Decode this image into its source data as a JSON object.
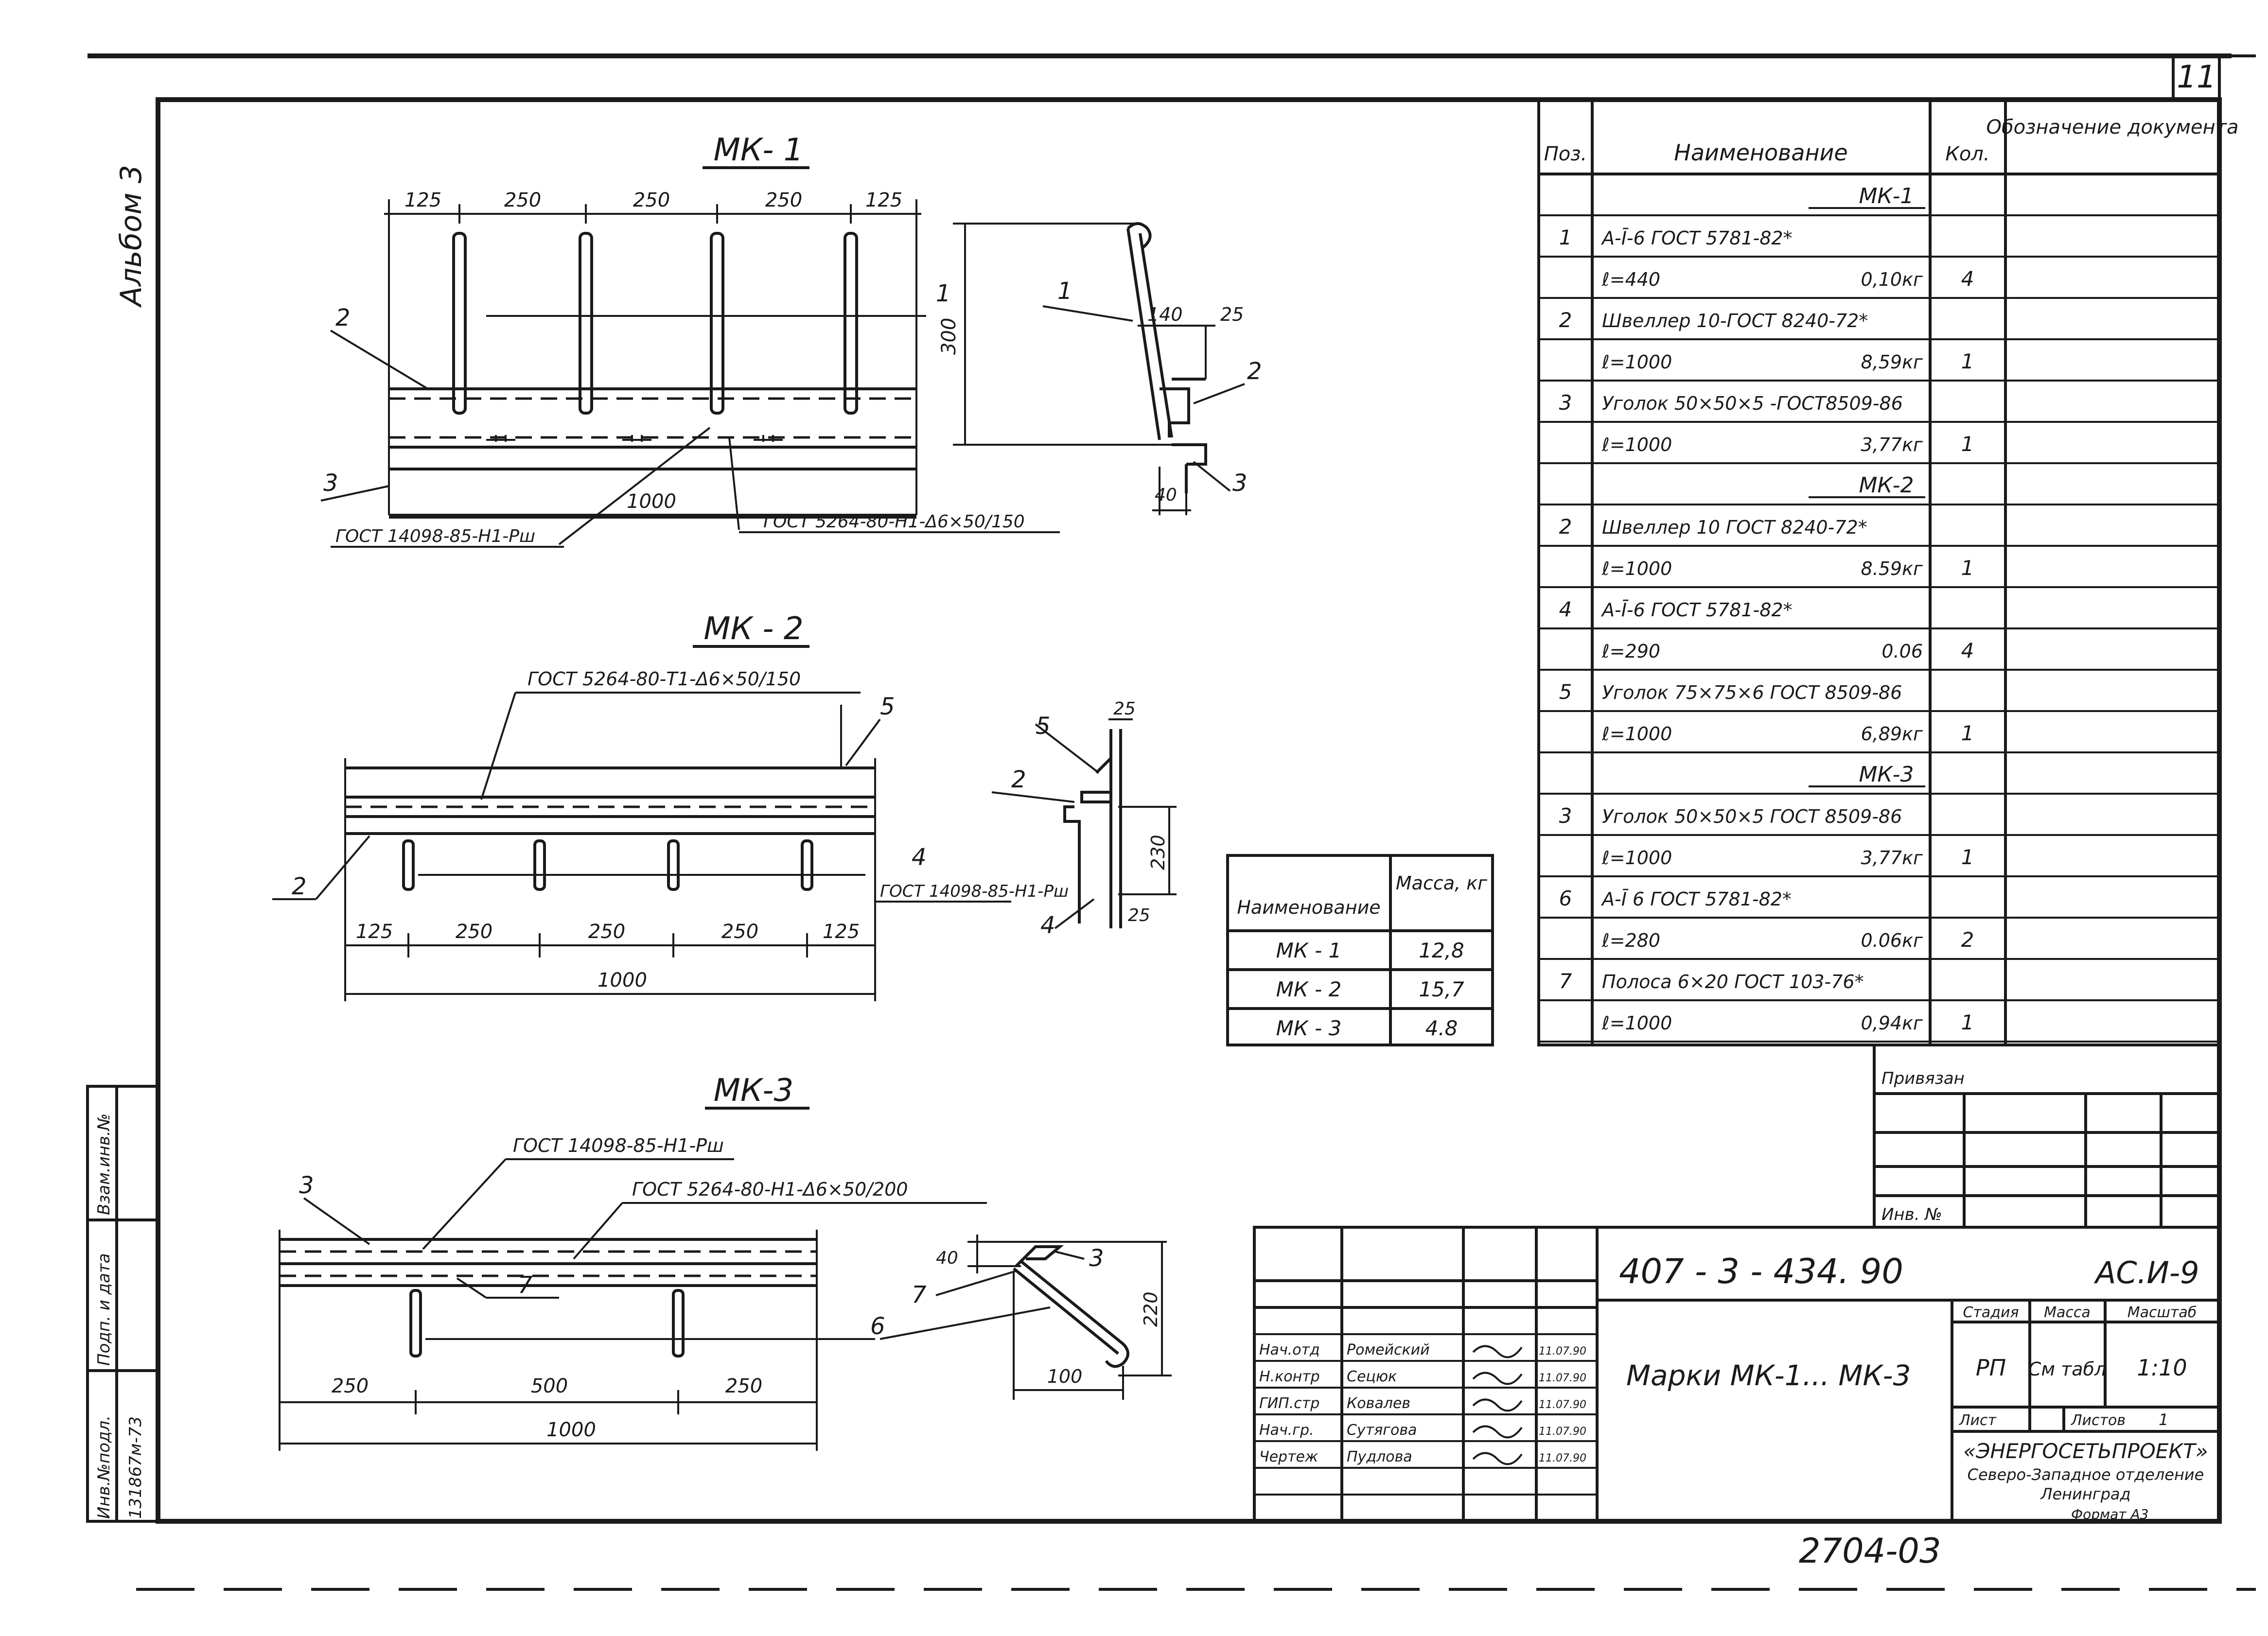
{
  "sheet": {
    "number": "11",
    "album": "Альбом 3",
    "footer_number": "2704-03",
    "format": "Формат А3"
  },
  "mk1": {
    "title": "МК- 1",
    "dims_top": [
      "125",
      "250",
      "250",
      "250",
      "125"
    ],
    "dim_length": "1000",
    "dim_height": "300",
    "callouts": [
      "1",
      "2",
      "3"
    ],
    "note_weld": "ГОСТ 5264-80-Н1-Δ6×50/150",
    "note_weld2": "ГОСТ 14098-85-Н1-Рш",
    "section_dims": [
      "140",
      "25",
      "40"
    ],
    "section_callouts": [
      "1",
      "2",
      "3"
    ]
  },
  "mk2": {
    "title": "МК - 2",
    "note_weld": "ГОСТ 5264-80-Т1-Δ6×50/150",
    "dims_bottom": [
      "125",
      "250",
      "250",
      "250",
      "125"
    ],
    "dim_length": "1000",
    "callouts": [
      "5",
      "2",
      "4"
    ],
    "note_weld2": "ГОСТ 14098-85-Н1-Рш",
    "section_dims": [
      "25",
      "230",
      "25"
    ],
    "section_callouts": [
      "5",
      "2",
      "4"
    ]
  },
  "mk3": {
    "title": "МК-3",
    "note_weld2": "ГОСТ 14098-85-Н1-Рш",
    "note_weld": "ГОСТ 5264-80-Н1-Δ6×50/200",
    "dims_bottom": [
      "250",
      "500",
      "250"
    ],
    "dim_length": "1000",
    "callouts": [
      "3",
      "7",
      "6"
    ],
    "section_dims": [
      "40",
      "220",
      "100"
    ],
    "section_callouts": [
      "3",
      "7",
      "6"
    ]
  },
  "mass_table": {
    "headers": [
      "Наименование",
      "Масса, кг"
    ],
    "rows": [
      {
        "name": "МК - 1",
        "mass": "12,8"
      },
      {
        "name": "МК - 2",
        "mass": "15,7"
      },
      {
        "name": "МК - 3",
        "mass": "4.8"
      }
    ]
  },
  "spec": {
    "headers": [
      "Поз.",
      "Наименование",
      "Кол.",
      "Обозначение документа"
    ],
    "rows": [
      {
        "type": "group",
        "label": "МК-1"
      },
      {
        "type": "item",
        "pos": "1",
        "name": "А-Ī-6 ГОСТ 5781-82*",
        "mass": "",
        "qty": ""
      },
      {
        "type": "item",
        "pos": "",
        "name": "ℓ=440",
        "mass": "0,10кг",
        "qty": "4"
      },
      {
        "type": "item",
        "pos": "2",
        "name": "Швеллер 10-ГОСТ 8240-72*",
        "mass": "",
        "qty": ""
      },
      {
        "type": "item",
        "pos": "",
        "name": "ℓ=1000",
        "mass": "8,59кг",
        "qty": "1"
      },
      {
        "type": "item",
        "pos": "3",
        "name": "Уголок 50×50×5 -ГОСТ8509-86",
        "mass": "",
        "qty": ""
      },
      {
        "type": "item",
        "pos": "",
        "name": "ℓ=1000",
        "mass": "3,77кг",
        "qty": "1"
      },
      {
        "type": "group",
        "label": "МК-2"
      },
      {
        "type": "item",
        "pos": "2",
        "name": "Швеллер 10 ГОСТ 8240-72*",
        "mass": "",
        "qty": ""
      },
      {
        "type": "item",
        "pos": "",
        "name": "ℓ=1000",
        "mass": "8.59кг",
        "qty": "1"
      },
      {
        "type": "item",
        "pos": "4",
        "name": "А-Ī-6 ГОСТ 5781-82*",
        "mass": "",
        "qty": ""
      },
      {
        "type": "item",
        "pos": "",
        "name": "ℓ=290",
        "mass": "0.06",
        "qty": "4"
      },
      {
        "type": "item",
        "pos": "5",
        "name": "Уголок 75×75×6 ГОСТ 8509-86",
        "mass": "",
        "qty": ""
      },
      {
        "type": "item",
        "pos": "",
        "name": "ℓ=1000",
        "mass": "6,89кг",
        "qty": "1"
      },
      {
        "type": "group",
        "label": "МК-3"
      },
      {
        "type": "item",
        "pos": "3",
        "name": "Уголок 50×50×5 ГОСТ 8509-86",
        "mass": "",
        "qty": ""
      },
      {
        "type": "item",
        "pos": "",
        "name": "ℓ=1000",
        "mass": "3,77кг",
        "qty": "1"
      },
      {
        "type": "item",
        "pos": "6",
        "name": "А-Ī 6 ГОСТ 5781-82*",
        "mass": "",
        "qty": ""
      },
      {
        "type": "item",
        "pos": "",
        "name": "ℓ=280",
        "mass": "0.06кг",
        "qty": "2"
      },
      {
        "type": "item",
        "pos": "7",
        "name": "Полоса 6×20 ГОСТ 103-76*",
        "mass": "",
        "qty": ""
      },
      {
        "type": "item",
        "pos": "",
        "name": "ℓ=1000",
        "mass": "0,94кг",
        "qty": "1"
      }
    ]
  },
  "stamp": {
    "privyazan": "Привязан",
    "inv": "Инв. №",
    "code": "407 - 3 - 434. 90",
    "sheet_code": "АС.И-9",
    "title": "Марки МК-1... МК-3",
    "stage_h": "Стадия",
    "mass_h": "Масса",
    "scale_h": "Масштаб",
    "stage": "РП",
    "mass": "См табл",
    "scale": "1:10",
    "list_h": "Лист",
    "lists_h": "Листов",
    "lists": "1",
    "org1": "«ЭНЕРГОСЕТЬПРОЕКТ»",
    "org2": "Северо-Западное отделение",
    "org3": "Ленинград",
    "staff": [
      {
        "role": "Нач.отд",
        "name": "Ромейский",
        "date": "11.07.90"
      },
      {
        "role": "Н.контр",
        "name": "Сецюк",
        "date": "11.07.90"
      },
      {
        "role": "ГИП.стр",
        "name": "Ковалев",
        "date": "11.07.90"
      },
      {
        "role": "Нач.гр.",
        "name": "Сутягова",
        "date": "11.07.90"
      },
      {
        "role": "Чертеж",
        "name": "Пудлова",
        "date": "11.07.90"
      }
    ]
  },
  "left_strip": {
    "label1": "Инв.№подл.",
    "label2": "Подп. и дата",
    "label3": "Взам.инв.№",
    "value1": "131867м-73"
  }
}
